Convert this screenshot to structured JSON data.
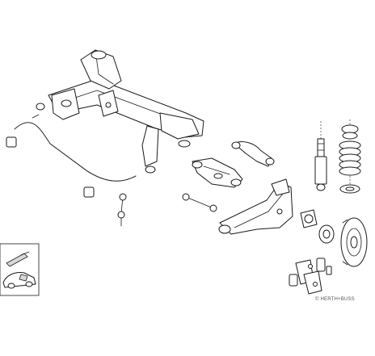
{
  "watermark": "© HERTH+BUSS",
  "colors": {
    "line": "#1a1a1a",
    "fill": "#ffffff",
    "shade": "#d9d9d9"
  },
  "parts": [
    "subframe",
    "stabilizer-bar",
    "stabilizer-bushing",
    "stabilizer-link",
    "upper-control-arm",
    "lower-control-arm",
    "toe-link",
    "trailing-arm",
    "wheel-hub",
    "wheel-bearing",
    "brake-disc",
    "brake-caliper",
    "shock-absorber",
    "coil-spring",
    "spring-seat",
    "bump-stop",
    "vehicle-locator"
  ]
}
